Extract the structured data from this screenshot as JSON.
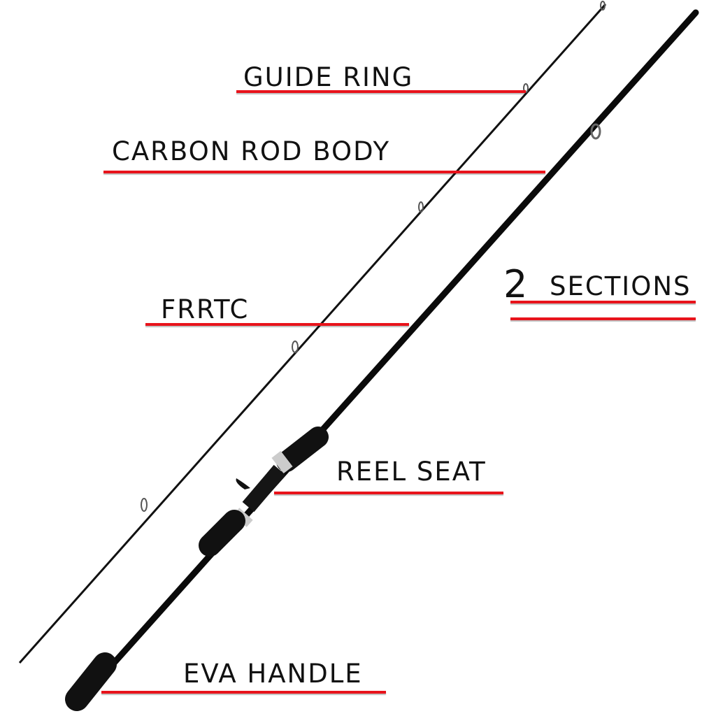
{
  "labels": {
    "guide_ring": "GUIDE RING",
    "carbon_rod_body": "CARBON ROD BODY",
    "frrtc": "FRRTC",
    "sections_number": "2",
    "sections_text": "SECTIONS",
    "reel_seat": "REEL SEAT",
    "eva_handle": "EVA HANDLE"
  },
  "colors": {
    "accent": "#e8131b",
    "rod": "#0a0a0a"
  }
}
